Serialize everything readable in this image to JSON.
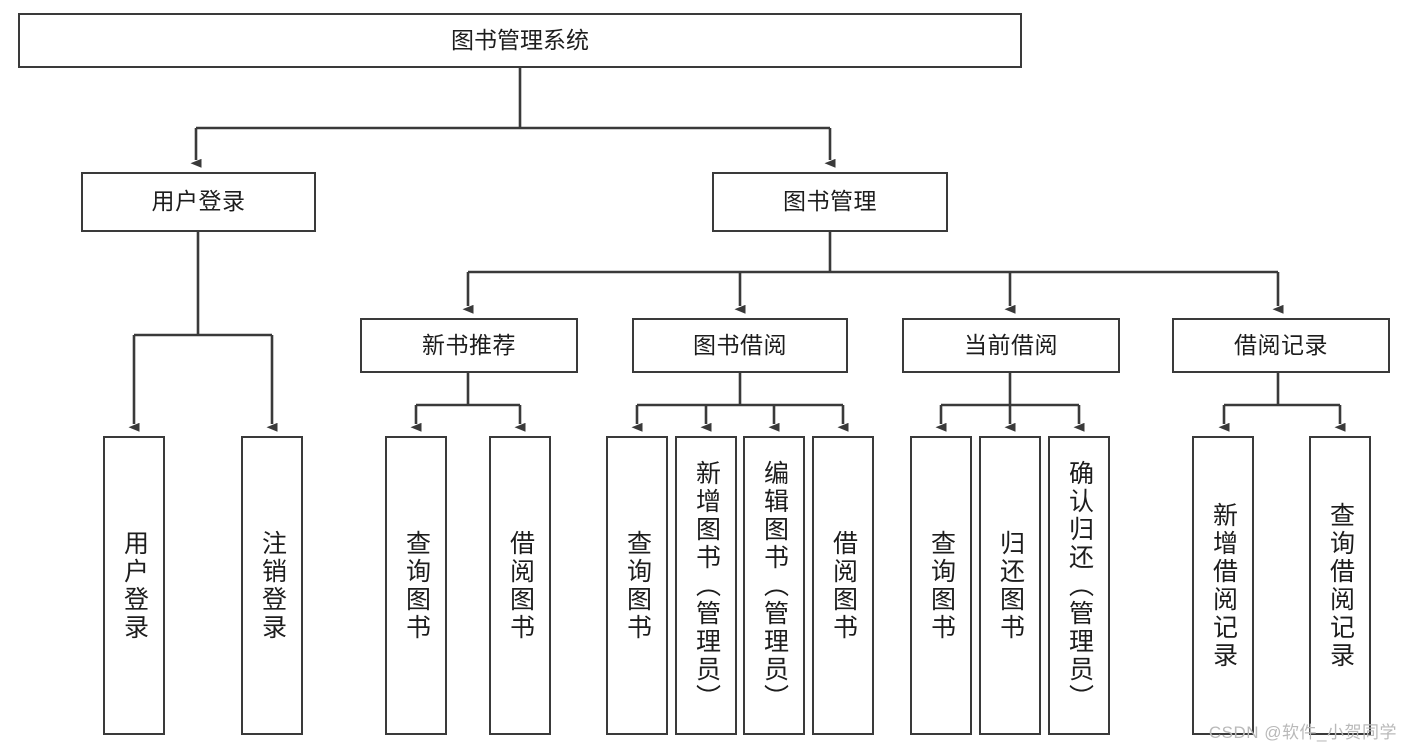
{
  "diagram": {
    "type": "tree-hierarchy",
    "title": "图书管理系统",
    "stroke_color": "#3a3a3a",
    "fill_color": "#ffffff",
    "text_color": "#1d1d1d",
    "watermark": "CSDN @软件_小贺同学",
    "nodes": {
      "root": {
        "label": "图书管理系统"
      },
      "level2": [
        {
          "id": "user-login",
          "label": "用户登录"
        },
        {
          "id": "book-manage",
          "label": "图书管理"
        }
      ],
      "level3": [
        {
          "id": "new-book-recommend",
          "label": "新书推荐"
        },
        {
          "id": "book-borrow",
          "label": "图书借阅"
        },
        {
          "id": "current-borrow",
          "label": "当前借阅"
        },
        {
          "id": "borrow-record",
          "label": "借阅记录"
        }
      ],
      "leaves": {
        "user_login": [
          {
            "id": "leaf-user-login",
            "label": "用户登录"
          },
          {
            "id": "leaf-logout-login",
            "label": "注销登录"
          }
        ],
        "new_book_recommend": [
          {
            "id": "leaf-query-book-1",
            "label": "查询图书"
          },
          {
            "id": "leaf-borrow-book-1",
            "label": "借阅图书"
          }
        ],
        "book_borrow": [
          {
            "id": "leaf-query-book-2",
            "label": "查询图书"
          },
          {
            "id": "leaf-add-book-admin",
            "label": "新增图书（管理员）"
          },
          {
            "id": "leaf-edit-book-admin",
            "label": "编辑图书（管理员）"
          },
          {
            "id": "leaf-borrow-book-2",
            "label": "借阅图书"
          }
        ],
        "current_borrow": [
          {
            "id": "leaf-query-book-3",
            "label": "查询图书"
          },
          {
            "id": "leaf-return-book",
            "label": "归还图书"
          },
          {
            "id": "leaf-confirm-return-admin",
            "label": "确认归还（管理员）"
          }
        ],
        "borrow_record": [
          {
            "id": "leaf-add-borrow-record",
            "label": "新增借阅记录"
          },
          {
            "id": "leaf-query-borrow-record",
            "label": "查询借阅记录"
          }
        ]
      }
    }
  }
}
